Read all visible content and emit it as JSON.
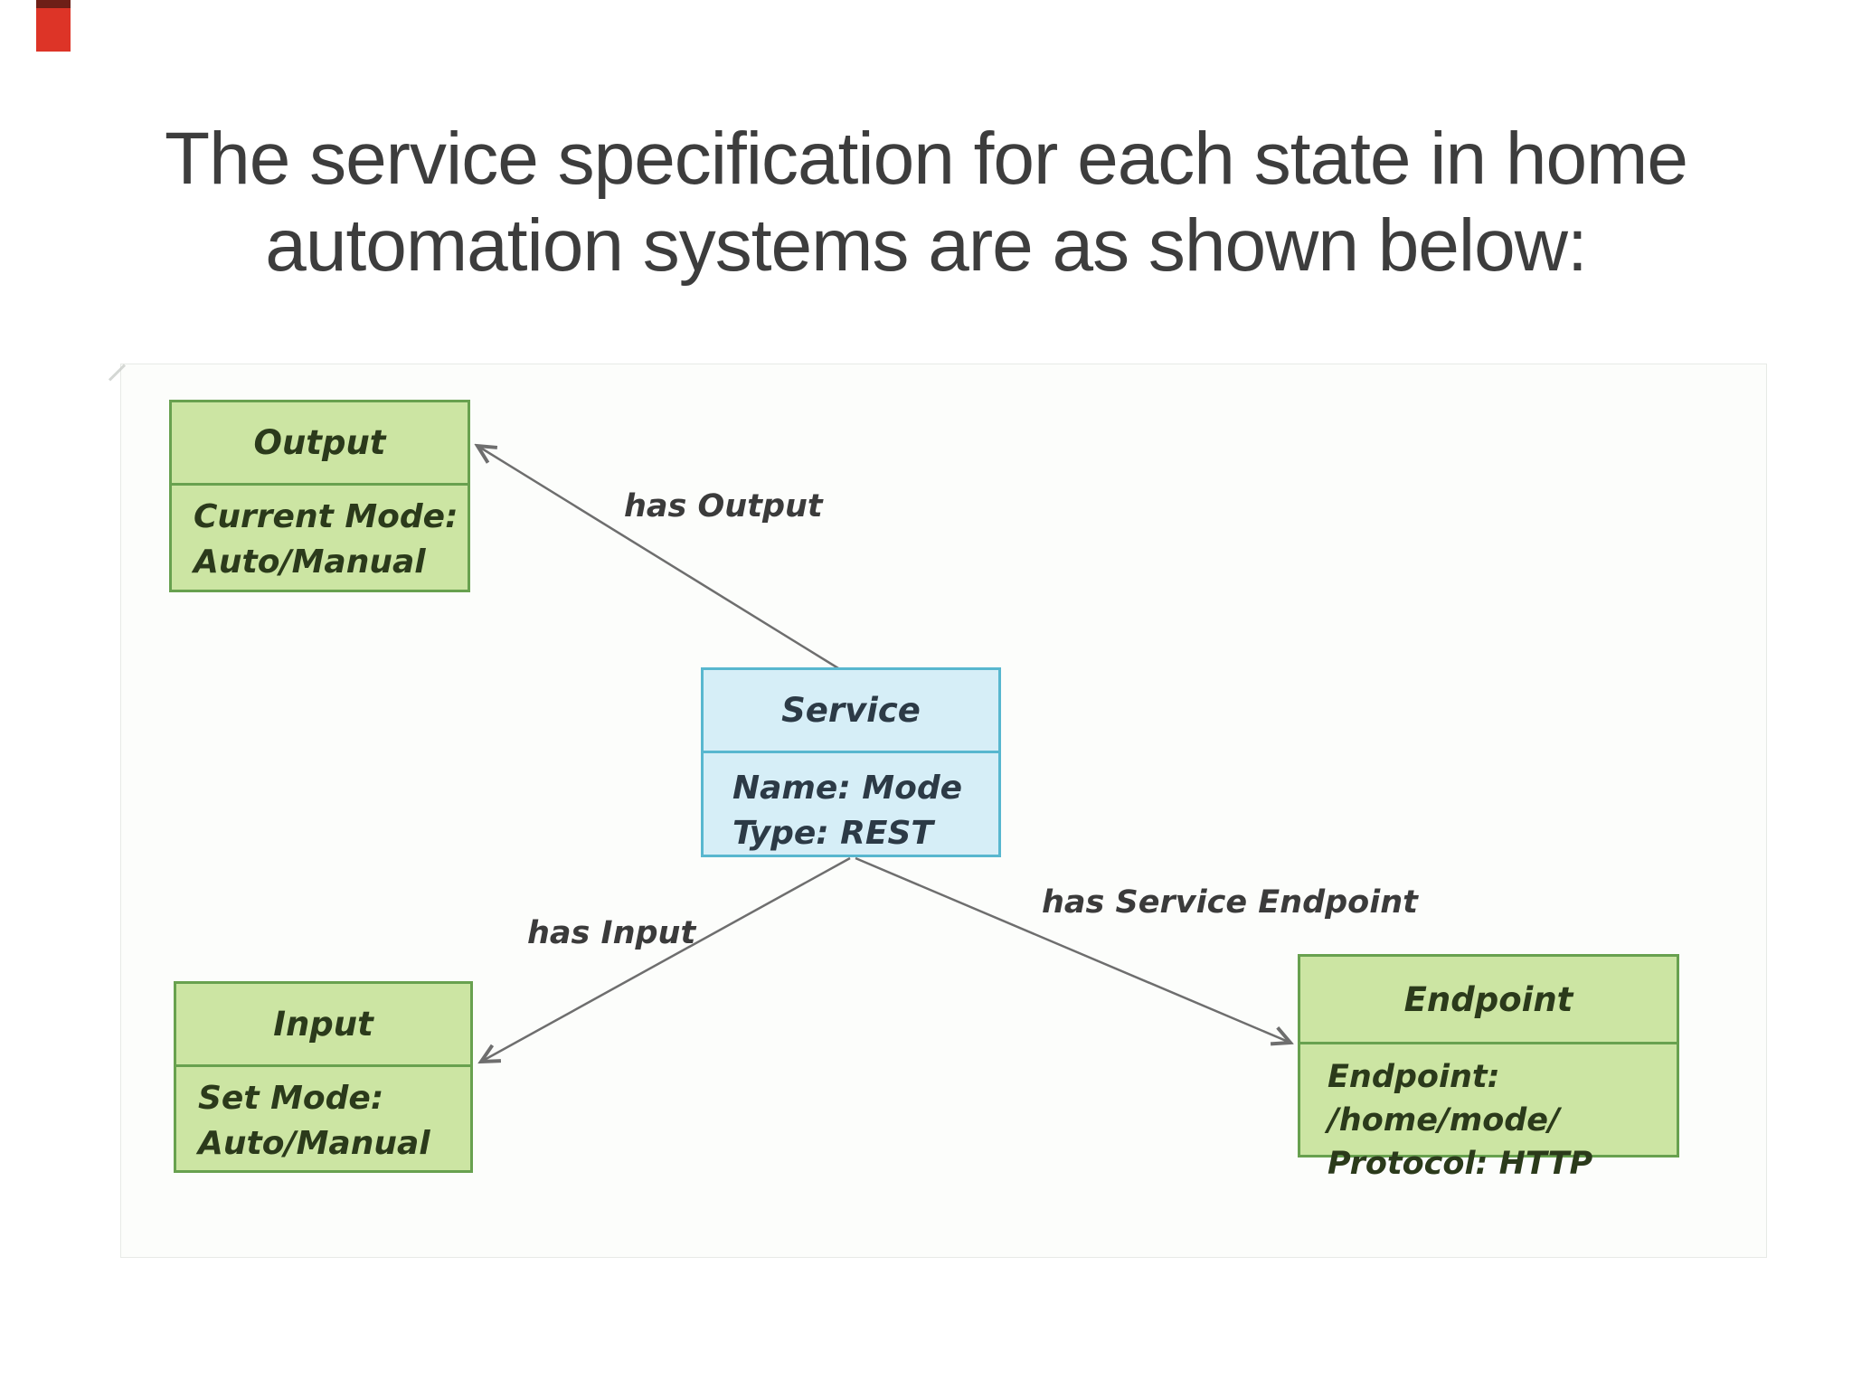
{
  "slide": {
    "title_line1": "The service specification for each state in home",
    "title_line2": "automation systems are as shown below:"
  },
  "diagram": {
    "nodes": [
      {
        "id": "output",
        "title": "Output",
        "lines": [
          "Current Mode:",
          "Auto/Manual"
        ],
        "scheme": "green"
      },
      {
        "id": "service",
        "title": "Service",
        "lines": [
          "Name: Mode",
          "Type: REST"
        ],
        "scheme": "blue"
      },
      {
        "id": "input",
        "title": "Input",
        "lines": [
          "Set Mode:",
          "Auto/Manual"
        ],
        "scheme": "green"
      },
      {
        "id": "endpoint",
        "title": "Endpoint",
        "lines": [
          "Endpoint: /home/mode/",
          "Protocol: HTTP"
        ],
        "scheme": "green"
      }
    ],
    "edges": [
      {
        "label": "has Output",
        "from": "service",
        "to": "output"
      },
      {
        "label": "has Input",
        "from": "service",
        "to": "input"
      },
      {
        "label": "has Service Endpoint",
        "from": "service",
        "to": "endpoint"
      }
    ],
    "colors": {
      "green_fill": "#cce5a3",
      "green_border": "#68a14f",
      "blue_fill": "#d6eef7",
      "blue_border": "#58b7cf",
      "arrow": "#6e6e6e",
      "label_text": "#3b3b3b",
      "title_text": "#3d3d3d",
      "marker_red": "#dd3427"
    }
  }
}
